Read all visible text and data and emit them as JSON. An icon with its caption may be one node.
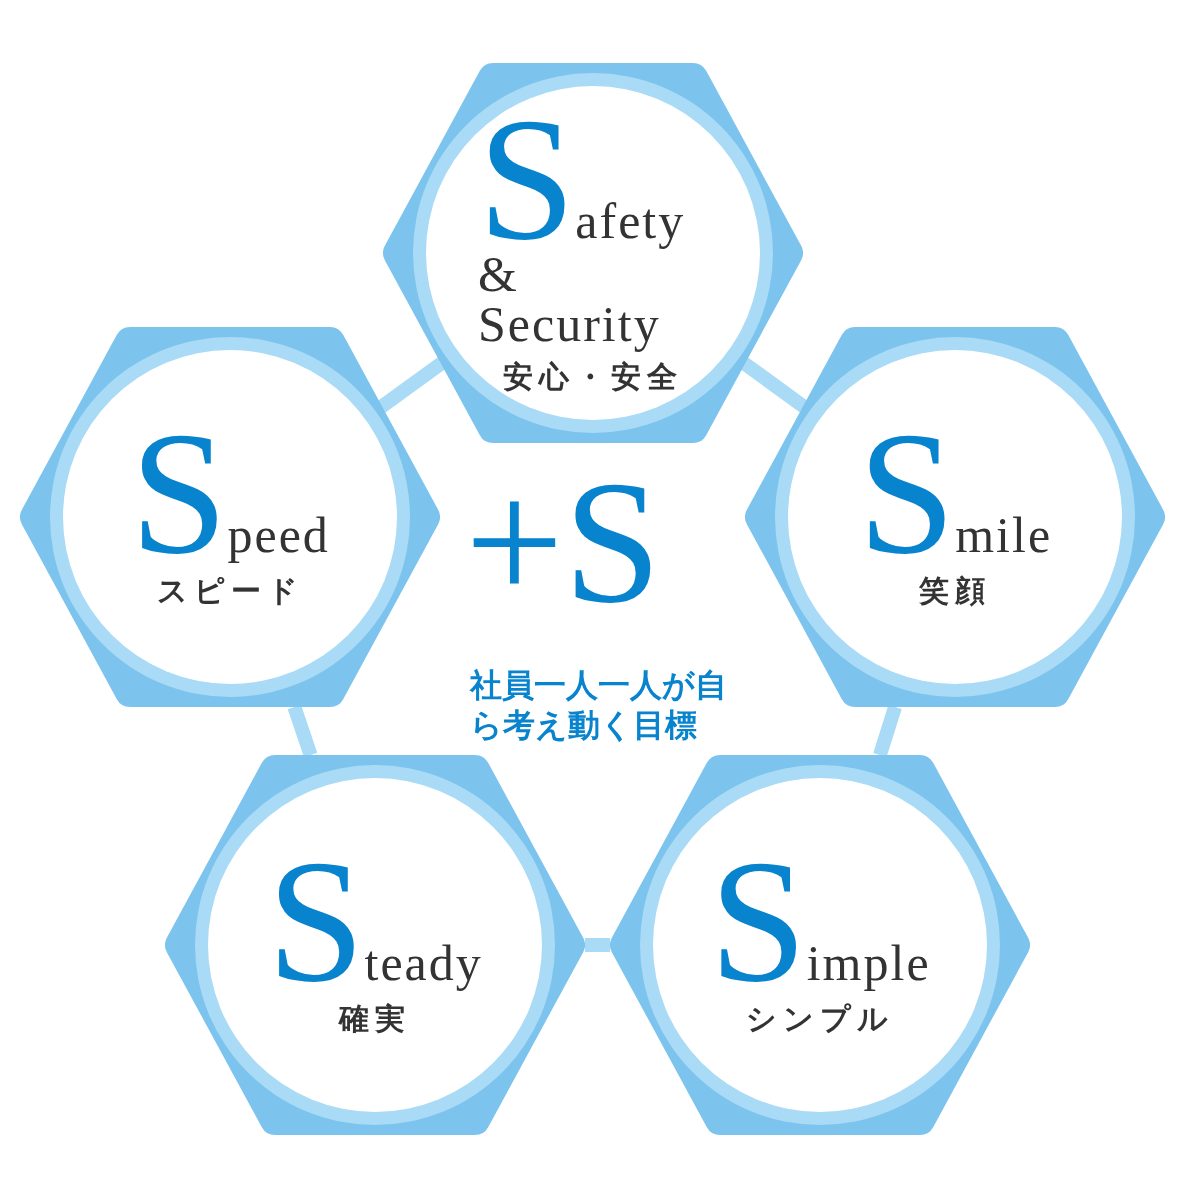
{
  "diagram": {
    "nodes": [
      {
        "text": [
          "Safety & Security",
          "安心・安全"
        ]
      },
      {
        "text": [
          "Speed",
          "スピード"
        ]
      },
      {
        "text": [
          "Smile",
          "笑顔"
        ]
      },
      {
        "text": [
          "Steady",
          "確実"
        ]
      },
      {
        "text": [
          "Simple",
          "シンプル"
        ]
      }
    ],
    "edges": [
      {
        "from": 0,
        "to": 1,
        "arrow": "none"
      },
      {
        "from": 0,
        "to": 2,
        "arrow": "none"
      },
      {
        "from": 1,
        "to": 3,
        "arrow": "none"
      },
      {
        "from": 2,
        "to": 4,
        "arrow": "none"
      },
      {
        "from": 3,
        "to": 4,
        "arrow": "none"
      }
    ],
    "labels": [
      "+S",
      "社員一人一人が自ら考え動く目標"
    ]
  }
}
